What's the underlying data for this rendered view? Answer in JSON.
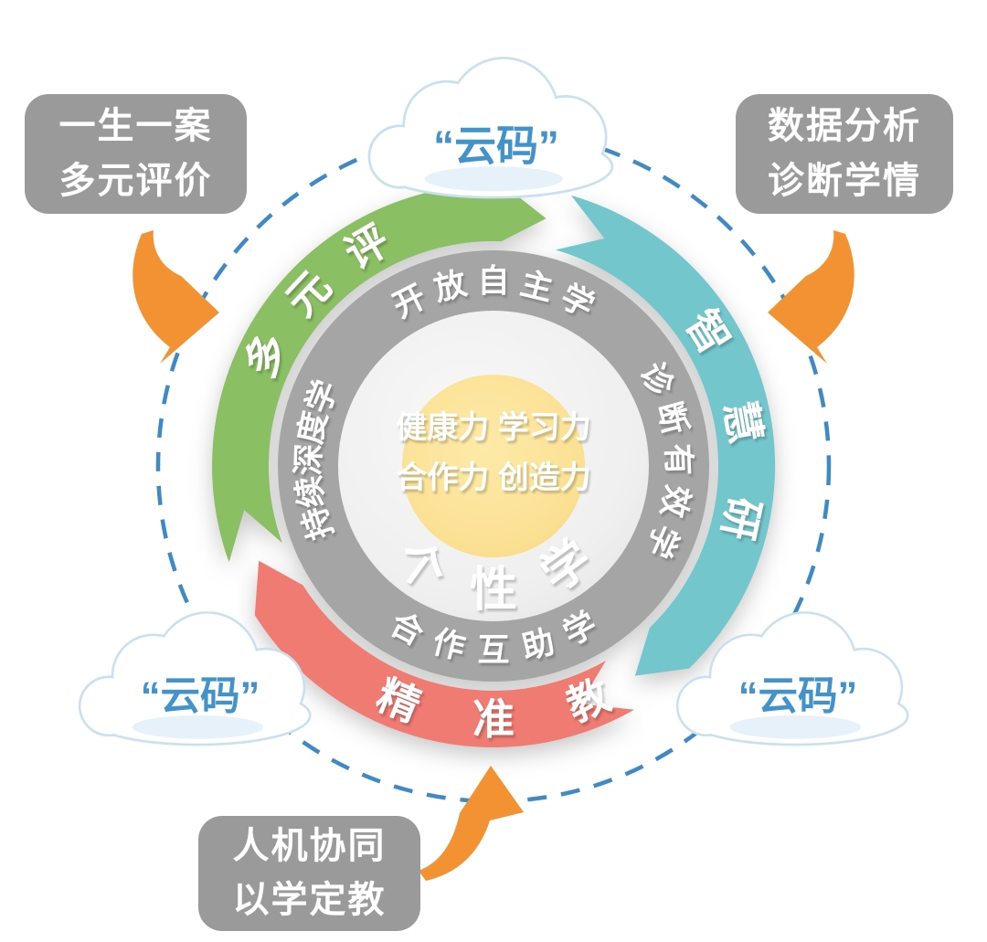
{
  "theme": {
    "bg": "#ffffff",
    "box-bg": "#9a9a9a",
    "box-text": "#ffffff",
    "dashed-circle": "#3e89c6",
    "arrow-orange": "#f29232",
    "cloud-outline": "#c9e0f1",
    "cloud-fill": "#ffffff",
    "cloud-shade": "#e2eff9",
    "cloud-text": "#4292cc",
    "ring-gray": "#a5a5a5",
    "inner-circle": "#ececec",
    "center-yellow": "#fbe49c",
    "label-white": "#ffffff"
  },
  "boxes": [
    {
      "name": "left",
      "lines": [
        "一生一案",
        "多元评价"
      ]
    },
    {
      "name": "right",
      "lines": [
        "数据分析",
        "诊断学情"
      ]
    },
    {
      "name": "bottom",
      "lines": [
        "人机协同",
        "以学定教"
      ]
    }
  ],
  "clouds": [
    {
      "name": "top",
      "label": "“云码”"
    },
    {
      "name": "bottom-left",
      "label": "“云码”"
    },
    {
      "name": "bottom-right",
      "label": "“云码”"
    }
  ],
  "wheel": {
    "outer_r": 308,
    "inner_r": 246,
    "segment_label_r": 277,
    "segment_label_size": 46,
    "segments": [
      {
        "name": "evaluate",
        "label": "多元评",
        "color": "#8abf63",
        "tail": 250,
        "head": 362,
        "label_start": 296,
        "label_end": 330,
        "orient": "out"
      },
      {
        "name": "research",
        "label": "智慧研",
        "color": "#72c6cc",
        "tail": 16,
        "head": 136,
        "label_start": 58,
        "label_end": 102,
        "orient": "out"
      },
      {
        "name": "teach",
        "label": "精准教",
        "color": "#ef7b72",
        "tail": 150,
        "head": 238,
        "label_start": 202,
        "label_end": 158,
        "orient": "in"
      }
    ],
    "ring_labels": [
      {
        "name": "open-autonomous-learning",
        "text": "开放自主学",
        "start": -27,
        "end": 27,
        "r": 202,
        "orient": "out",
        "size": 35
      },
      {
        "name": "diagnose-effective-learning",
        "text": "诊断有效学",
        "start": 62,
        "end": 114,
        "r": 202,
        "orient": "out",
        "size": 35
      },
      {
        "name": "cooperative-mutual-learning",
        "text": "合作互助学",
        "start": 208,
        "end": 152,
        "r": 202,
        "orient": "in",
        "size": 35
      },
      {
        "name": "sustained-deep-learning",
        "text": "持续深度学",
        "start": -108,
        "end": -68,
        "r": 202,
        "orient": "out",
        "size": 35
      }
    ],
    "inner_label": {
      "name": "personalized-learning",
      "text": "个性学",
      "start": 216,
      "end": 144,
      "r": 136,
      "orient": "in",
      "size": 52
    },
    "center_lines": [
      "健康力  学习力",
      "合作力  创造力"
    ]
  }
}
